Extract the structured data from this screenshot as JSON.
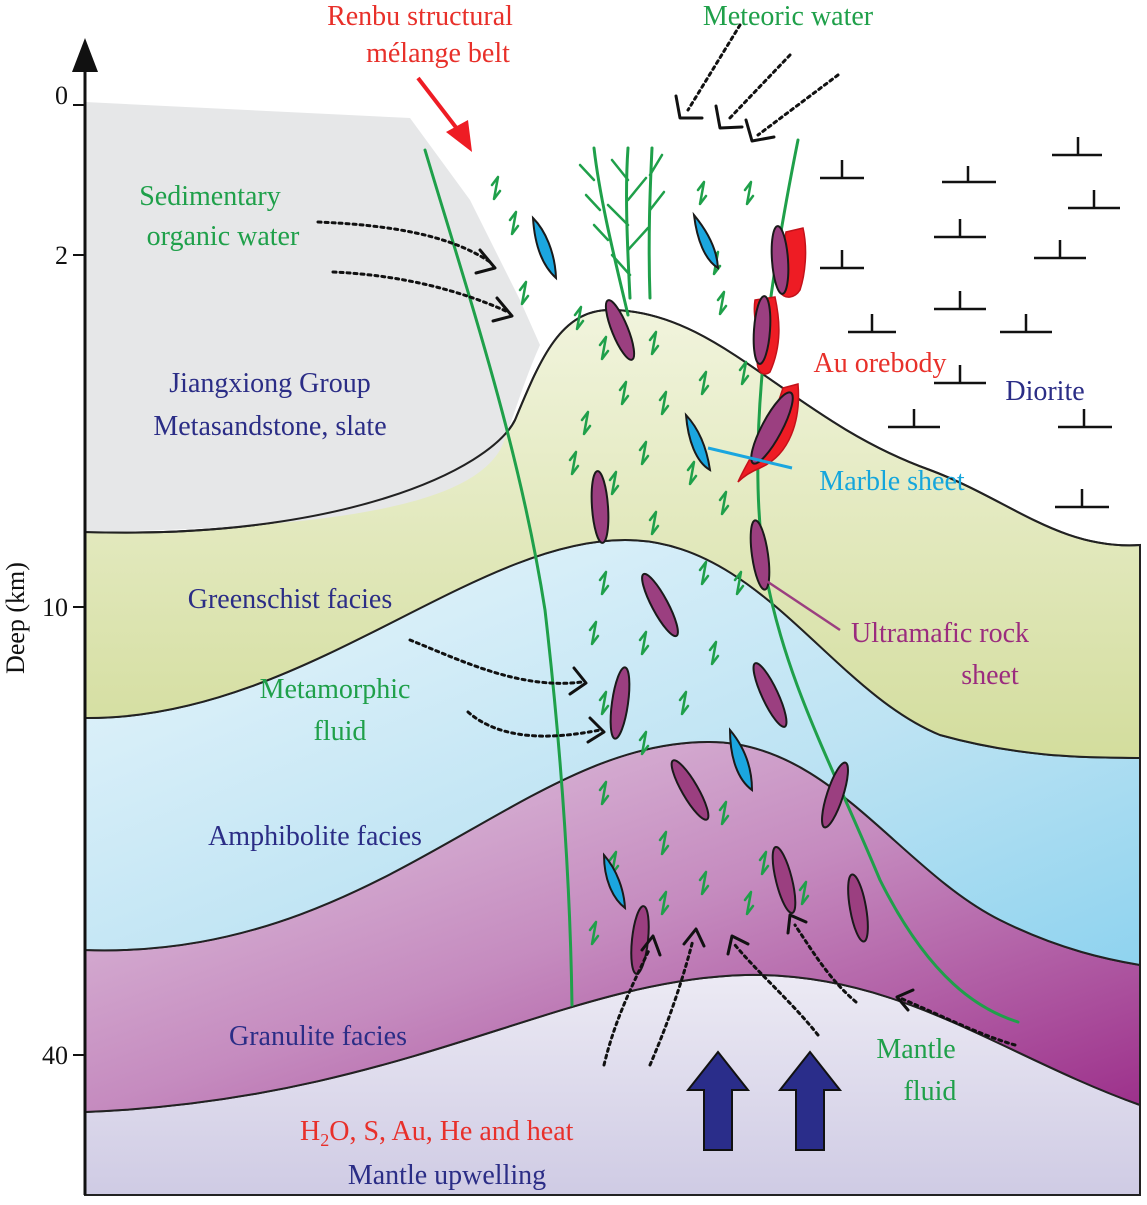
{
  "axis": {
    "label": "Deep (km)",
    "ticks": [
      "0",
      "2",
      "10",
      "40"
    ]
  },
  "labels": {
    "renbu_line1": "Renbu structural",
    "renbu_line2": "mélange belt",
    "meteoric": "Meteoric water",
    "sedimentary_line1": "Sedimentary",
    "sedimentary_line2": "organic water",
    "jiangxiong_line1": "Jiangxiong Group",
    "jiangxiong_line2": "Metasandstone, slate",
    "diorite": "Diorite",
    "au_orebody": "Au orebody",
    "marble_sheet": "Marble sheet",
    "greenschist": "Greenschist facies",
    "metamorphic_line1": "Metamorphic",
    "metamorphic_line2": "fluid",
    "ultramafic_line1": "Ultramafic rock",
    "ultramafic_line2": "sheet",
    "amphibolite": "Amphibolite facies",
    "granulite": "Granulite facies",
    "mantle_fluid_line1": "Mantle",
    "mantle_fluid_line2": "fluid",
    "elements_pre": "H",
    "elements_sub": "2",
    "elements_post": "O, S, Au, He and heat",
    "mantle_upwelling": "Mantle  upwelling"
  },
  "colors": {
    "red_label": "#e8302a",
    "green_label": "#1fa04a",
    "navy_label": "#2b2d86",
    "cyan_label": "#15a6dc",
    "purple_label": "#9b2c7e",
    "jiangxiong_fill": "#e6e7e8",
    "greenschist_fill": "#dde6b3",
    "amphibolite_fill": "#bfe3f2",
    "granulite_fill": "#b25aa0",
    "mantle_fill": "#dcdaec",
    "fault_green": "#1fa04a",
    "ore_red": "#ee1c24",
    "marble_blue": "#1ba6df",
    "ultramafic_purple": "#9b3f80",
    "upwelling_arrow": "#2a2d8a"
  }
}
